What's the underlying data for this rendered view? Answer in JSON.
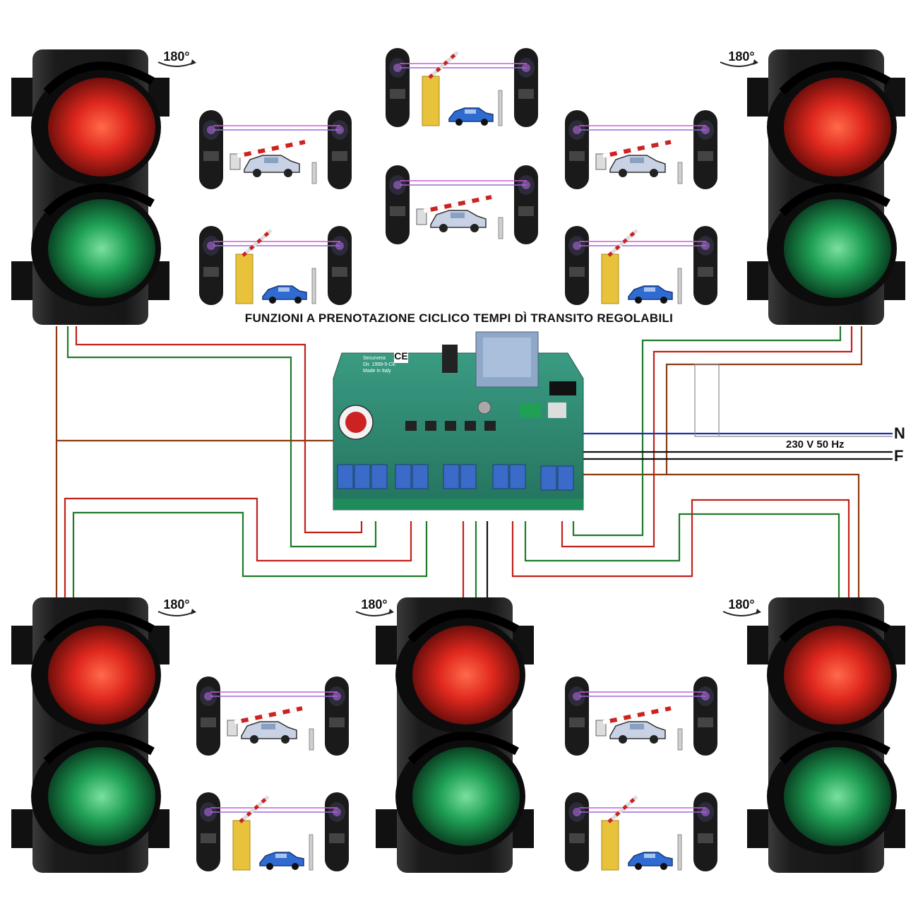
{
  "diagram": {
    "title": "FUNZIONI A PRENOTAZIONE CICLICO TEMPI DÌ TRANSITO REGOLABILI",
    "rotation_label": "180°",
    "mains": {
      "label": "230 V 50 Hz",
      "neutral": "N",
      "phase": "F"
    },
    "board": {
      "brand": "Securvera",
      "directive": "Dir. 1999-5-CE",
      "origin": "Made in Italy",
      "ce_mark": "CE"
    },
    "colors": {
      "background": "#ffffff",
      "wire_red": "#c0221a",
      "wire_green": "#1f7a2a",
      "wire_brown": "#8a3b12",
      "wire_blue": "#1c2fa8",
      "wire_black": "#111111",
      "board_green": "#2f8a72",
      "light_housing": "#1b1b1b",
      "lamp_red": "#e0281e",
      "lamp_green": "#1fa055",
      "barrier_yellow": "#e8c23a",
      "beam_pink": "#d05ad8"
    },
    "icons": [
      "traffic-light-icon",
      "photocell-icon",
      "barrier-gate-icon",
      "car-icon",
      "rotate-180-icon",
      "control-board-icon"
    ]
  }
}
